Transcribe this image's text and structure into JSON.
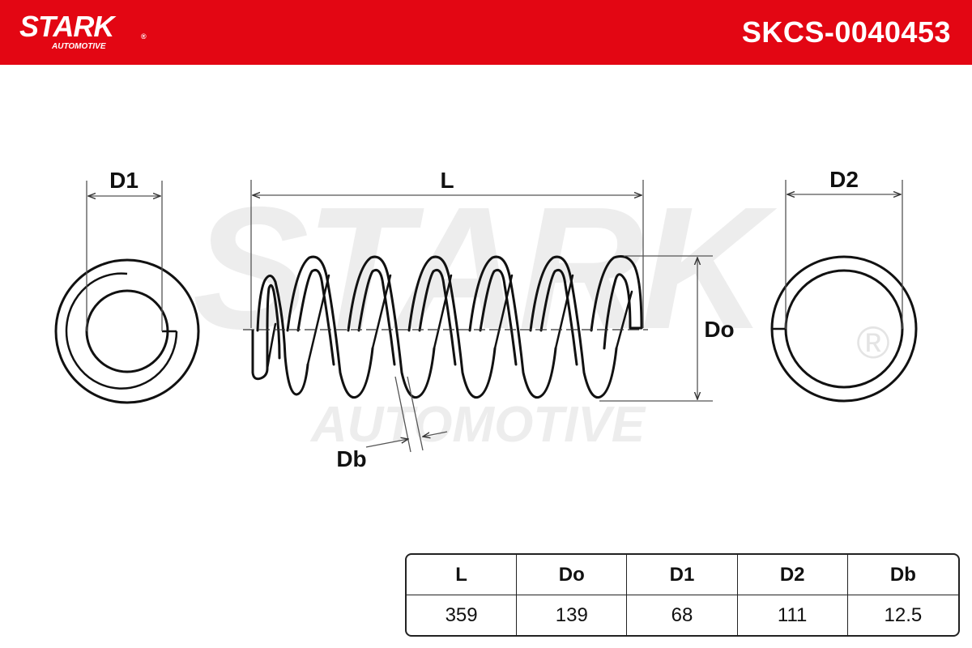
{
  "header": {
    "brand": "STARK",
    "brand_mark": "®",
    "brand_sub": "AUTOMOTIVE",
    "part_number": "SKCS-0040453"
  },
  "watermark": {
    "brand": "STARK",
    "sub": "AUTOMOTIVE",
    "mark": "®"
  },
  "dimensions": {
    "d1_label": "D1",
    "l_label": "L",
    "d2_label": "D2",
    "do_label": "Do",
    "db_label": "Db"
  },
  "table": {
    "headers": [
      "L",
      "Do",
      "D1",
      "D2",
      "Db"
    ],
    "values": [
      "359",
      "139",
      "68",
      "111",
      "12.5"
    ]
  },
  "colors": {
    "header_red": "#e30613",
    "watermark_gray": "#ededed",
    "line_black": "#111111"
  },
  "icons": {
    "logo": "stark-automotive-logo"
  }
}
